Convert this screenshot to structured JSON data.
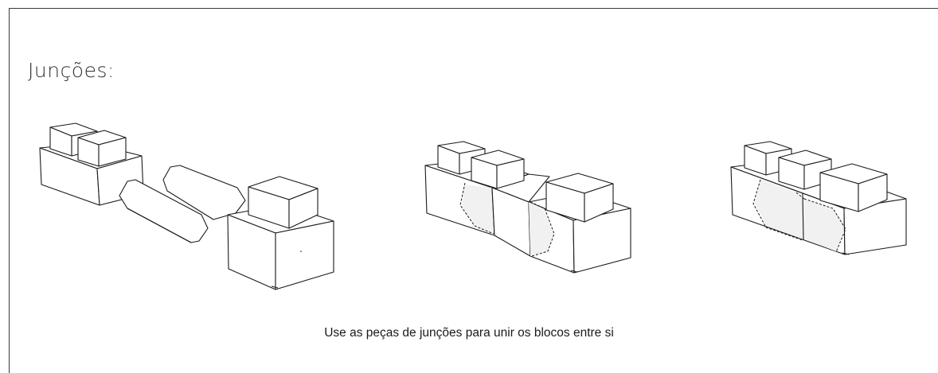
{
  "title": "Junções:",
  "caption": "Use as peças de junções para unir os blocos entre si",
  "figures": [
    {
      "name": "exploded-junction-illustration"
    },
    {
      "name": "partially-joined-blocks-illustration"
    },
    {
      "name": "fully-joined-blocks-illustration"
    }
  ]
}
